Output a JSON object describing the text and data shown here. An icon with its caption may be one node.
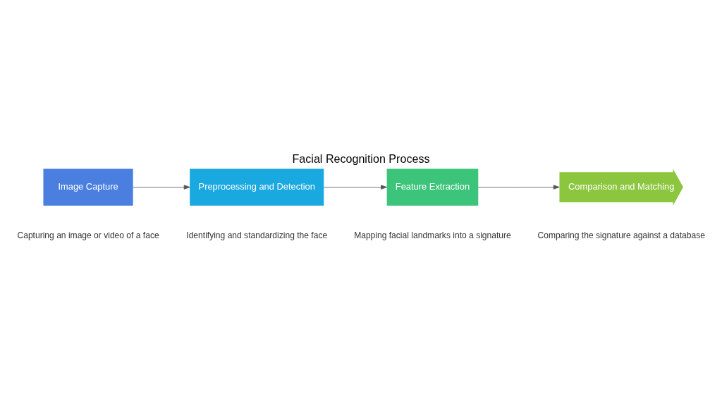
{
  "diagram": {
    "title": "Facial Recognition Process",
    "nodes": [
      {
        "text": [
          "Image Capture"
        ],
        "beside": [
          "Capturing an image or video of a face"
        ]
      },
      {
        "text": [
          "Preprocessing and Detection"
        ],
        "beside": [
          "Identifying and standardizing the face"
        ]
      },
      {
        "text": [
          "Feature Extraction"
        ],
        "beside": [
          "Mapping facial landmarks into a signature"
        ]
      },
      {
        "text": [
          "Comparison and Matching"
        ],
        "beside": [
          "Comparing the signature against a database"
        ]
      }
    ],
    "edges": [
      {
        "from": 0,
        "to": 1,
        "arrow": "to"
      },
      {
        "from": 1,
        "to": 2,
        "arrow": "to"
      },
      {
        "from": 2,
        "to": 3,
        "arrow": "to"
      }
    ]
  }
}
